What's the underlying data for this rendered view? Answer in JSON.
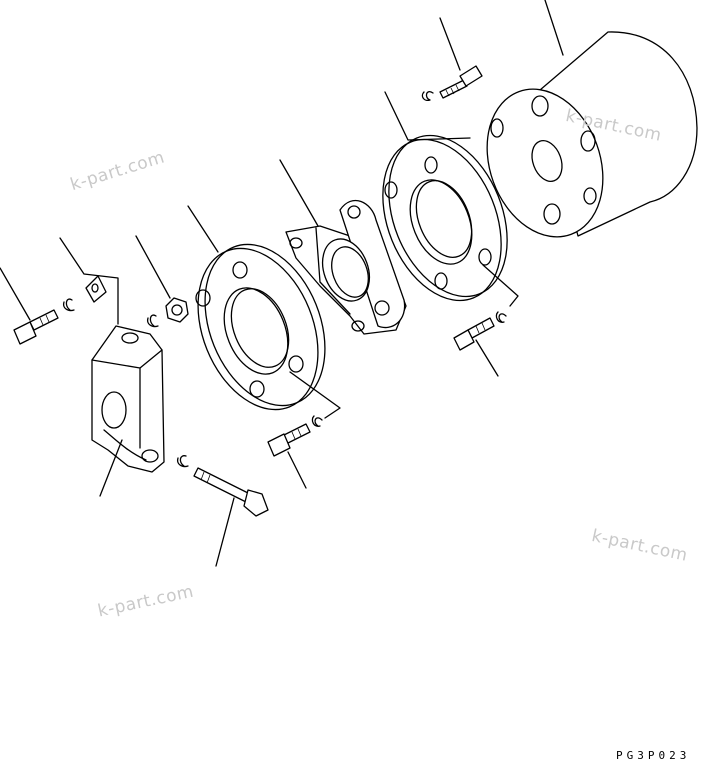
{
  "drawing_code": "PG3P023",
  "watermarks": [
    "k-part.com",
    "k-part.com",
    "k-part.com",
    "k-part.com"
  ],
  "colors": {
    "line": "#000000",
    "background": "#ffffff",
    "watermark": "#c9c9c9"
  }
}
